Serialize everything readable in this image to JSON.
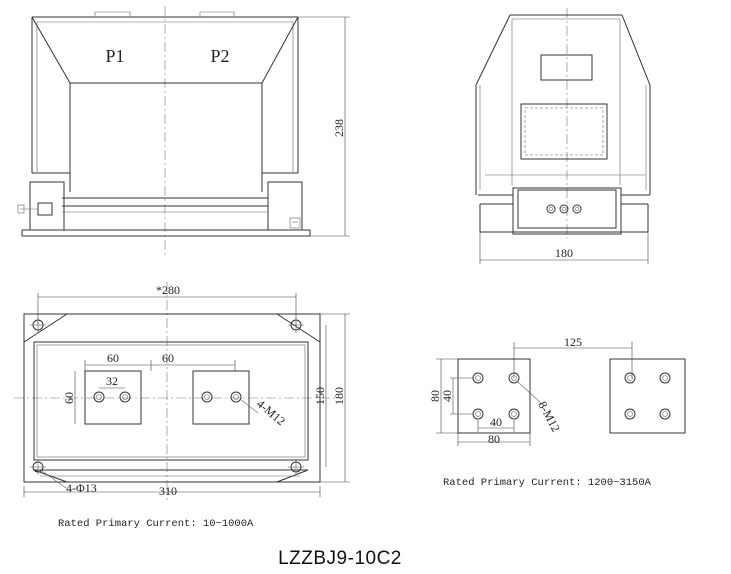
{
  "front_view": {
    "label_p1": "P1",
    "label_p2": "P2",
    "height_dim": "238"
  },
  "side_view": {
    "width_dim": "180"
  },
  "base_plan": {
    "top_width_dim": "*280",
    "bottom_width_dim": "310",
    "right_height_outer_dim": "180",
    "right_height_inner_dim": "150",
    "hole_spacing_1": "60",
    "hole_spacing_2": "60",
    "hole_pitch": "32",
    "terminal_height_dim": "60",
    "bolt_callout": "4-M12",
    "mount_hole_callout": "4-Φ13",
    "rated_current_note": "Rated Primary Current: 10~1000A"
  },
  "terminal_plate": {
    "center_dim": "125",
    "outer_height_dim": "80",
    "inner_height_dim": "40",
    "inner_width_dim": "40",
    "outer_width_dim": "80",
    "bolt_callout": "8-M12",
    "rated_current_note": "Rated Primary Current: 1200~3150A"
  },
  "model_name": "LZZBJ9-10C2"
}
